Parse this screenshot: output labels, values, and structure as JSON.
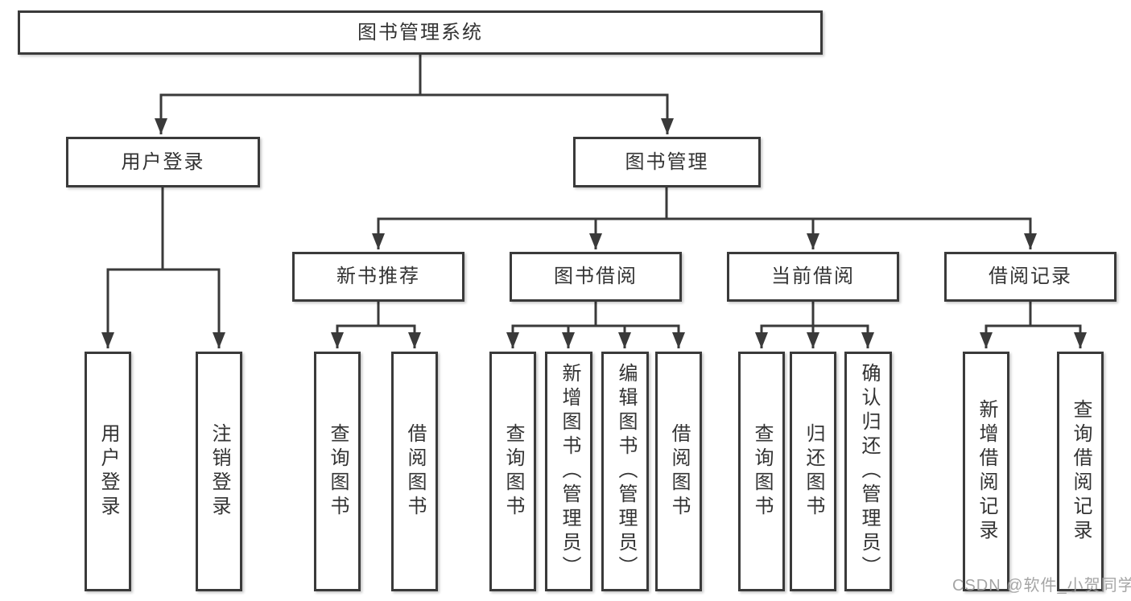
{
  "tree": {
    "root": {
      "label": "图书管理系统",
      "children": [
        {
          "label": "用户登录",
          "children": [
            {
              "label": "用户登录"
            },
            {
              "label": "注销登录"
            }
          ]
        },
        {
          "label": "图书管理",
          "children": [
            {
              "label": "新书推荐",
              "children": [
                {
                  "label": "查询图书"
                },
                {
                  "label": "借阅图书"
                }
              ]
            },
            {
              "label": "图书借阅",
              "children": [
                {
                  "label": "查询图书"
                },
                {
                  "label": "新增图书（管理员）"
                },
                {
                  "label": "编辑图书（管理员）"
                },
                {
                  "label": "借阅图书"
                }
              ]
            },
            {
              "label": "当前借阅",
              "children": [
                {
                  "label": "查询图书"
                },
                {
                  "label": "归还图书"
                },
                {
                  "label": "确认归还（管理员）"
                }
              ]
            },
            {
              "label": "借阅记录",
              "children": [
                {
                  "label": "新增借阅记录"
                },
                {
                  "label": "查询借阅记录"
                }
              ]
            }
          ]
        }
      ]
    }
  },
  "watermark": {
    "text": "CSDN @软件_小贺同学"
  },
  "colors": {
    "line": "#3a3a3a",
    "text": "#333333",
    "box_fill": "#ffffff",
    "background": "#ffffff",
    "watermark": "#9e9e9e"
  }
}
